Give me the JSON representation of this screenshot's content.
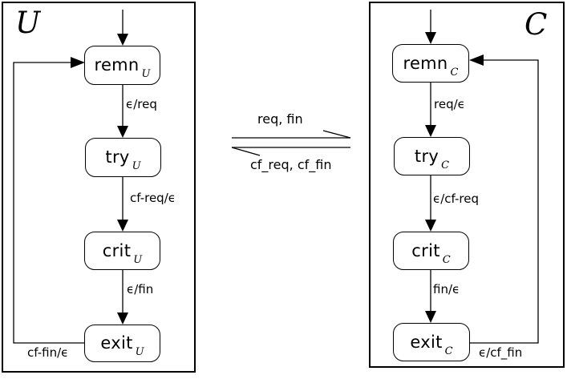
{
  "diagram": {
    "left_machine": {
      "title": "U",
      "states": [
        {
          "name": "remn",
          "subscript": "U"
        },
        {
          "name": "try",
          "subscript": "U"
        },
        {
          "name": "crit",
          "subscript": "U"
        },
        {
          "name": "exit",
          "subscript": "U"
        }
      ],
      "transitions": {
        "remn_to_try": "ϵ/req",
        "try_to_crit": "cf-req/ϵ",
        "crit_to_exit": "ϵ/fin",
        "exit_to_remn_loop": "cf-fin/ϵ"
      }
    },
    "right_machine": {
      "title": "C",
      "states": [
        {
          "name": "remn",
          "subscript": "C"
        },
        {
          "name": "try",
          "subscript": "C"
        },
        {
          "name": "crit",
          "subscript": "C"
        },
        {
          "name": "exit",
          "subscript": "C"
        }
      ],
      "transitions": {
        "remn_to_try": "req/ϵ",
        "try_to_crit": "ϵ/cf-req",
        "crit_to_exit": "fin/ϵ",
        "exit_to_remn_loop": "ϵ/cf_fin"
      }
    },
    "channel": {
      "forward_label": "req, fin",
      "backward_label": "cf_req, cf_fin"
    }
  },
  "colors": {
    "line": "#000000",
    "background": "#ffffff"
  }
}
